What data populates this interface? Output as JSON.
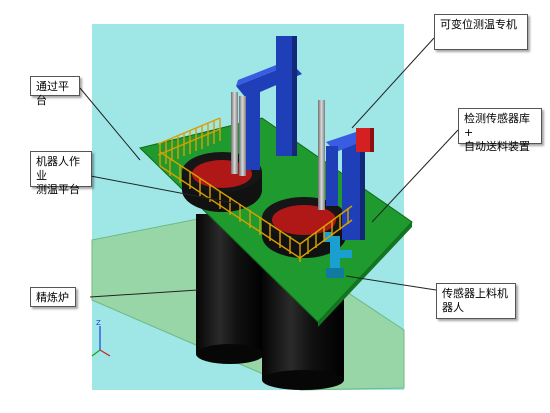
{
  "labels": {
    "pass_platform": "通过平台",
    "robot_platform_line1": "机器人作业",
    "robot_platform_line2": "测温平台",
    "refining_furnace": "精炼炉",
    "variable_temp_machine": "可变位测温专机",
    "sensor_store_line1": "检测传感器库+",
    "sensor_store_line2": "自动送料装置",
    "sensor_robot_line1": "传感器上料机",
    "sensor_robot_line2": "器人",
    "axis_z": "Z"
  },
  "colors": {
    "background": "#9fe6e6",
    "floor": "#98d6a8",
    "platform": "#1f9a2e",
    "furnace": "#111111",
    "molten": "#b01818",
    "railing": "#d8a000",
    "gantry": "#1f3fb8",
    "sensor_box": "#d42020",
    "robot": "#1aa0d0"
  }
}
